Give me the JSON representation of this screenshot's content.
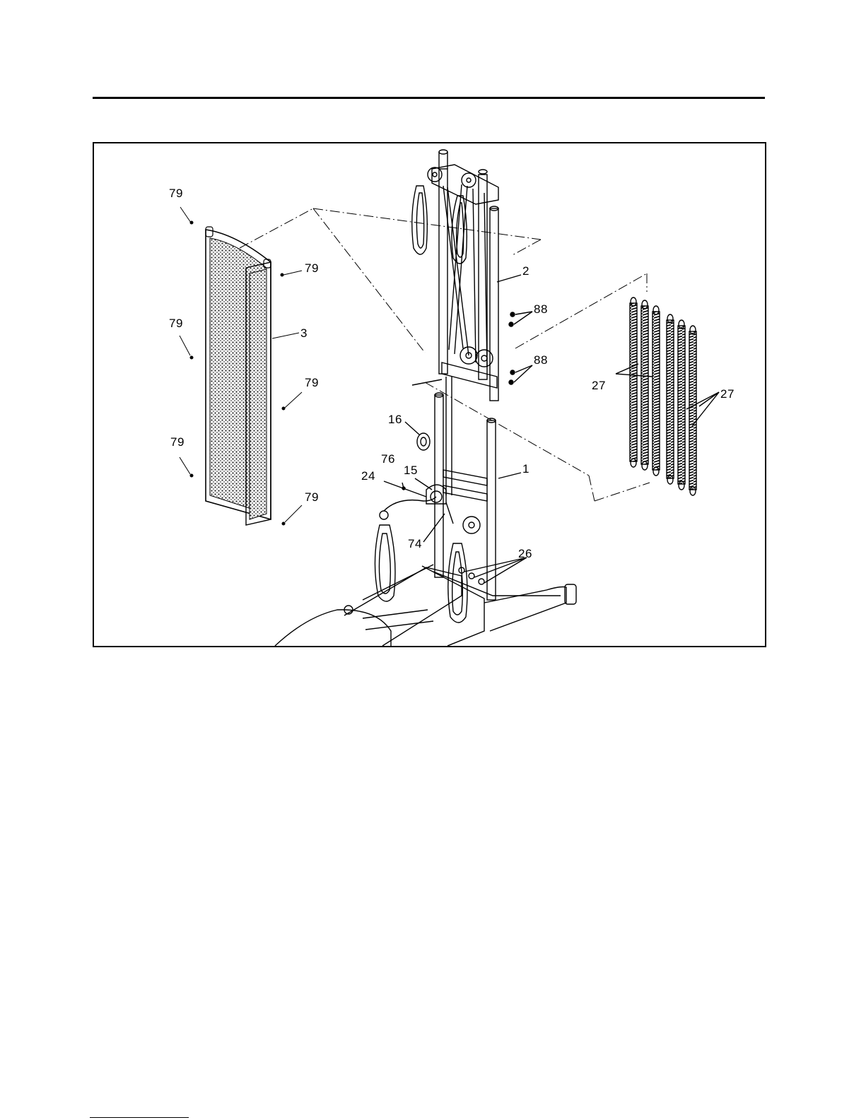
{
  "diagram": {
    "callouts": [
      {
        "id": "c79a",
        "text": "79"
      },
      {
        "id": "c79b",
        "text": "79"
      },
      {
        "id": "c79c",
        "text": "79"
      },
      {
        "id": "c79d",
        "text": "79"
      },
      {
        "id": "c79e",
        "text": "79"
      },
      {
        "id": "c79f",
        "text": "79"
      },
      {
        "id": "c3",
        "text": "3"
      },
      {
        "id": "c2",
        "text": "2"
      },
      {
        "id": "c88a",
        "text": "88"
      },
      {
        "id": "c88b",
        "text": "88"
      },
      {
        "id": "c27a",
        "text": "27"
      },
      {
        "id": "c27b",
        "text": "27"
      },
      {
        "id": "c16",
        "text": "16"
      },
      {
        "id": "c76",
        "text": "76"
      },
      {
        "id": "c15",
        "text": "15"
      },
      {
        "id": "c24",
        "text": "24"
      },
      {
        "id": "c1",
        "text": "1"
      },
      {
        "id": "c74",
        "text": "74"
      },
      {
        "id": "c26",
        "text": "26"
      }
    ]
  }
}
